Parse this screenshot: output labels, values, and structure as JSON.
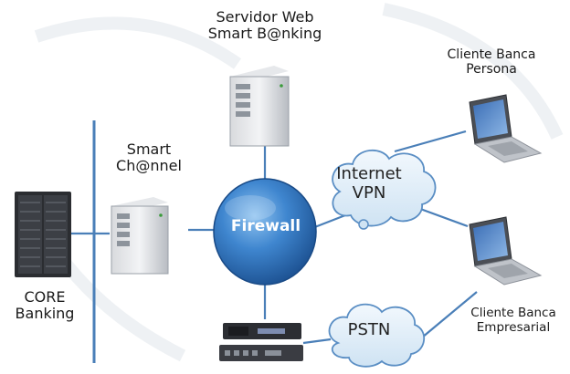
{
  "diagram": {
    "web_server_label": [
      "Servidor Web",
      "Smart B@nking"
    ],
    "smart_channel_label": [
      "Smart",
      "Ch@nnel"
    ],
    "core_label": [
      "CORE",
      "Banking"
    ],
    "client_persona_label": [
      "Cliente Banca",
      "Persona"
    ],
    "client_empresarial_label": [
      "Cliente Banca",
      "Empresarial"
    ],
    "internet_label": [
      "Internet",
      "VPN"
    ],
    "pstn_label": "PSTN",
    "firewall_label": "Firewall"
  }
}
